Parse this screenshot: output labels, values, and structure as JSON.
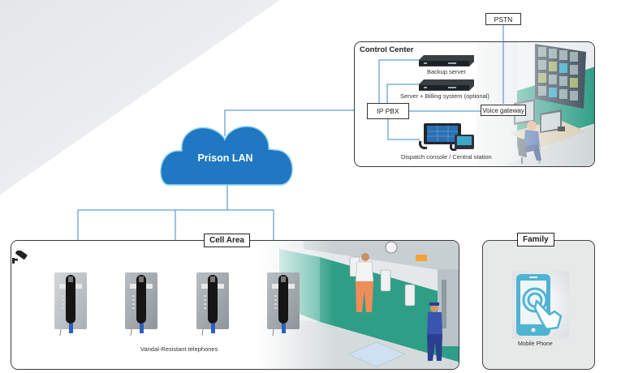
{
  "diagram": {
    "network": {
      "label": "Prison LAN",
      "color": "#1f78c1"
    },
    "pstn": {
      "label": "PSTN"
    },
    "control_center": {
      "title": "Control Center",
      "devices": {
        "backup_server": "Backup server",
        "billing_server": "Server + Billing system (optional)",
        "ip_pbx": "IP PBX",
        "voice_gateway": "Voice gateway",
        "dispatch_console": "Dispatch console / Central station"
      }
    },
    "cell_area": {
      "title": "Cell Area",
      "phones_caption": "Vandal-Resistant telephones",
      "phone_count": 4
    },
    "family": {
      "title": "Family",
      "device_caption": "Mobile Phone"
    },
    "colors": {
      "link_line": "#3a86c8",
      "accent_teal": "#3aa9c9",
      "wall_green": "#2f9e86"
    }
  }
}
